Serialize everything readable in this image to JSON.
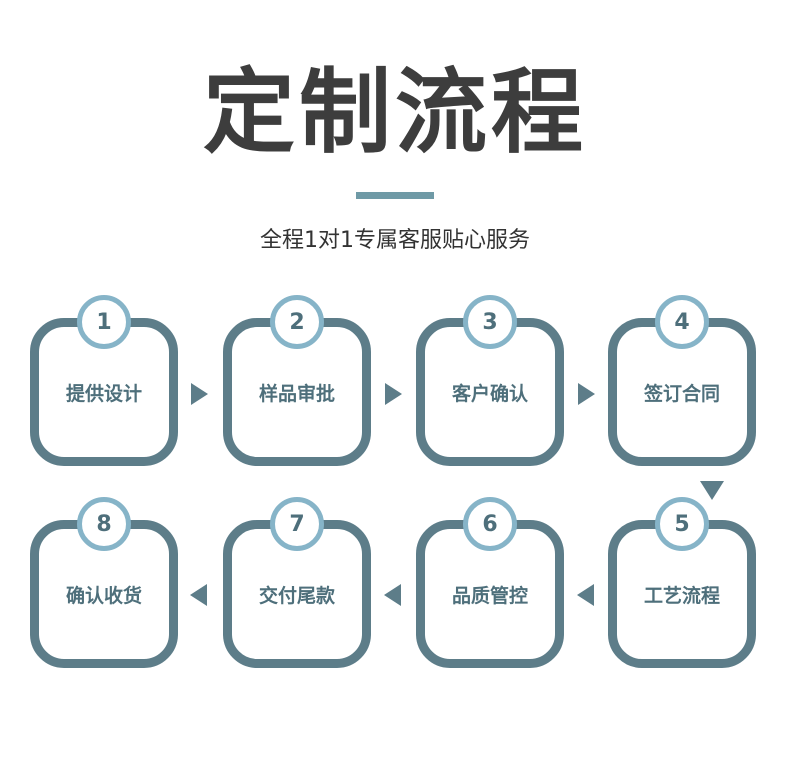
{
  "header": {
    "title": "定制流程",
    "subtitle": "全程1对1专属客服贴心服务"
  },
  "steps": [
    {
      "number": "1",
      "label": "提供设计"
    },
    {
      "number": "2",
      "label": "样品审批"
    },
    {
      "number": "3",
      "label": "客户确认"
    },
    {
      "number": "4",
      "label": "签订合同"
    },
    {
      "number": "5",
      "label": "工艺流程"
    },
    {
      "number": "6",
      "label": "品质管控"
    },
    {
      "number": "7",
      "label": "交付尾款"
    },
    {
      "number": "8",
      "label": "确认收货"
    }
  ],
  "colors": {
    "title": "#3d3d3d",
    "accent_bar": "#6f9aa6",
    "box_border": "#5d7d89",
    "badge_ring": "#86b4c8",
    "label_text": "#4e6f7b"
  }
}
